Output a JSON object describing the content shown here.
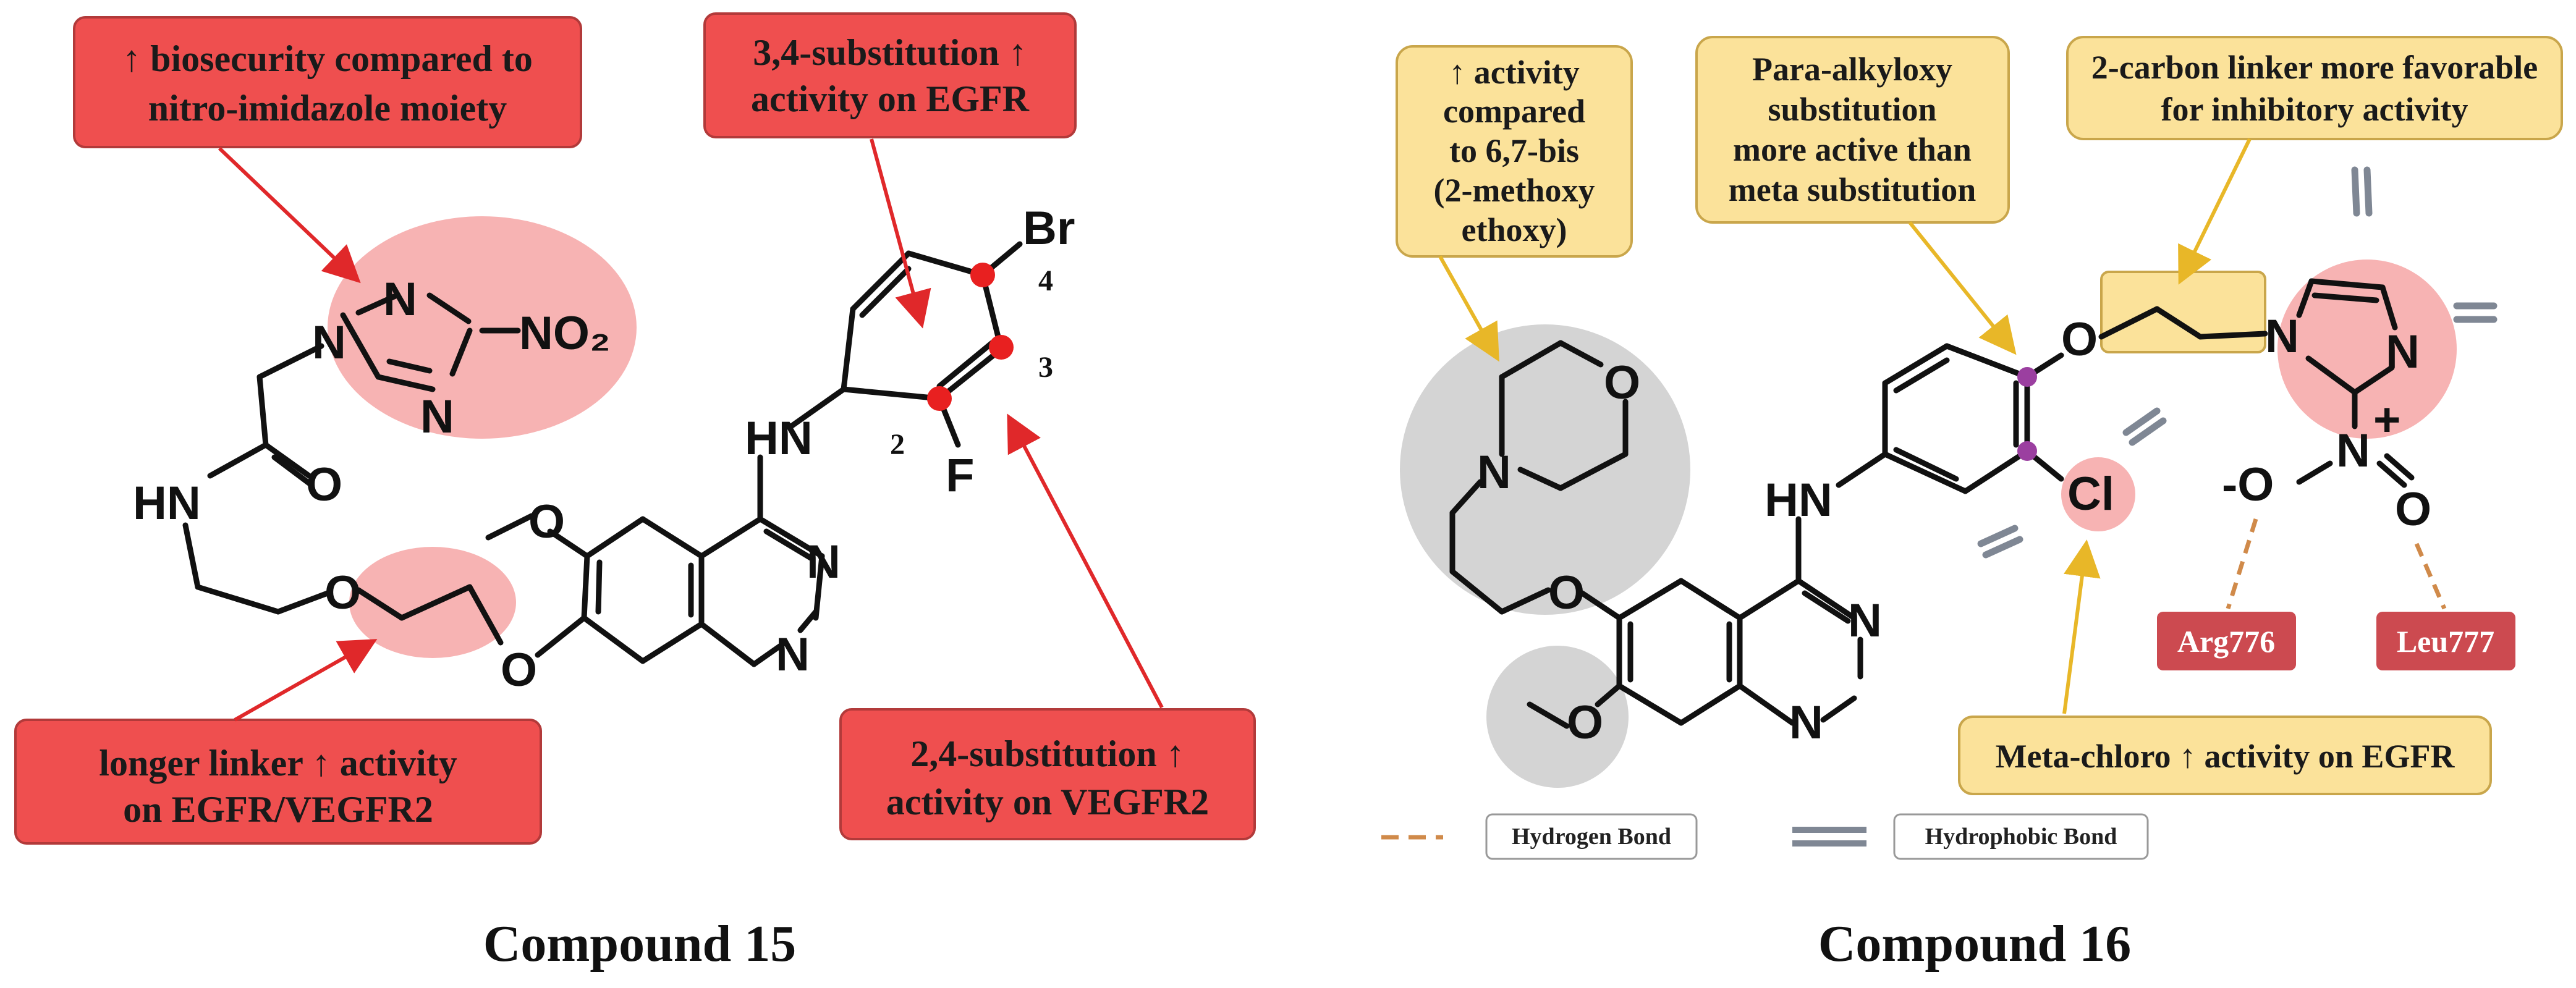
{
  "panel_left": {
    "caption": "Compound 15",
    "callouts": {
      "biosecurity": [
        "↑ biosecurity compared to",
        "nitro-imidazole moiety"
      ],
      "substitution_34": [
        "3,4-substitution ↑",
        "activity on EGFR"
      ],
      "linker": [
        "longer linker ↑ activity",
        "on EGFR/VEGFR2"
      ],
      "substitution_24": [
        "2,4-substitution ↑",
        "activity on VEGFR2"
      ]
    },
    "atoms": {
      "br": "Br",
      "f": "F",
      "hn": "HN",
      "nh_amide": "HN",
      "o_carbonyl": "O",
      "o_ether1": "O",
      "o_ether2": "O",
      "o_methoxy": "O",
      "n_quin1": "N",
      "n_quin2": "N",
      "n_tri1": "N",
      "n_tri2": "N",
      "n_tri3": "N",
      "no2": "NO₂"
    },
    "position_labels": {
      "p2": "2",
      "p3": "3",
      "p4": "4"
    }
  },
  "panel_right": {
    "caption": "Compound 16",
    "callouts": {
      "activity_bis": [
        "↑ activity",
        "compared",
        "to  6,7-bis",
        "(2-methoxy",
        "ethoxy)"
      ],
      "para_alkyloxy": [
        "Para-alkyloxy",
        "substitution",
        "more active than",
        "meta substitution"
      ],
      "two_carbon": [
        "2-carbon linker more favorable",
        "for inhibitory activity"
      ],
      "meta_chloro": [
        "Meta-chloro ↑ activity on EGFR"
      ]
    },
    "residues": [
      "Arg776",
      "Leu777"
    ],
    "legend": {
      "hydrogen_bond": "Hydrogen Bond",
      "hydrophobic_bond": "Hydrophobic Bond"
    },
    "atoms": {
      "o_morph": "O",
      "n_morph": "N",
      "o_ether": "O",
      "o_methoxy": "O",
      "hn": "HN",
      "n_quin1": "N",
      "n_quin2": "N",
      "o_aryl": "O",
      "cl": "Cl",
      "n_imid1": "N",
      "n_imid2": "N",
      "n_nitro": "N",
      "plus": "+",
      "o_minus": "-O",
      "o_nitro": "O"
    }
  },
  "colors": {
    "red_callout": "#ef4f4f",
    "yellow_callout": "#fbe29a",
    "pink_highlight": "#f7b3b3",
    "gray_highlight": "#d4d4d4",
    "purple_dot": "#9b3fa0",
    "residue": "#cc4a50",
    "arrow_red": "#e0282a",
    "arrow_yellow": "#e8b728"
  }
}
